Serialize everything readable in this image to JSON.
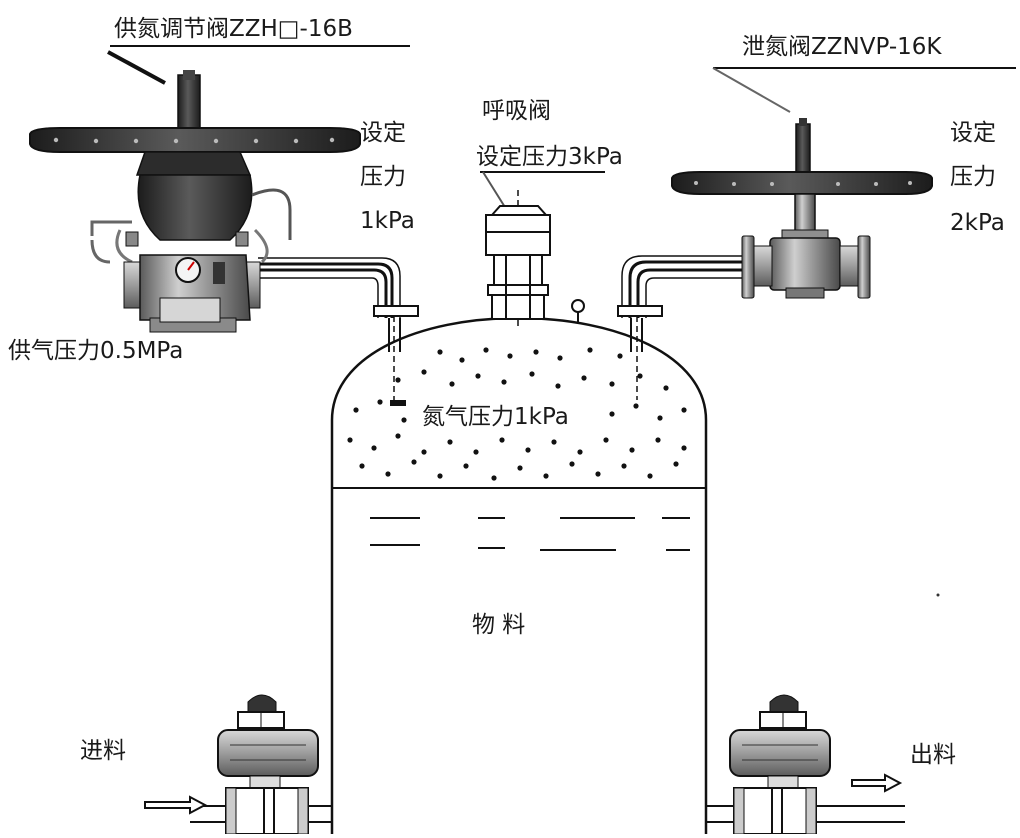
{
  "labels": {
    "supply_valve": "供氮调节阀ZZH□-16B",
    "relief_valve": "泄氮阀ZZNVP-16K",
    "breather_valve": "呼吸阀",
    "breather_set_pressure": "设定压力3kPa",
    "supply_set_line1": "设定",
    "supply_set_line2": "压力",
    "supply_set_line3": "1kPa",
    "relief_set_line1": "设定",
    "relief_set_line2": "压力",
    "relief_set_line3": "2kPa",
    "supply_gas_pressure": "供气压力0.5MPa",
    "nitrogen_pressure": "氮气压力1kPa",
    "material": "物 料",
    "inlet": "进料",
    "outlet": "出料"
  },
  "colors": {
    "line": "#111111",
    "metal_dark": "#2a2a2a",
    "metal_mid": "#6d6d6d",
    "metal_light": "#b9b9b9",
    "metal_pale": "#dcdcdc",
    "background": "#ffffff"
  }
}
